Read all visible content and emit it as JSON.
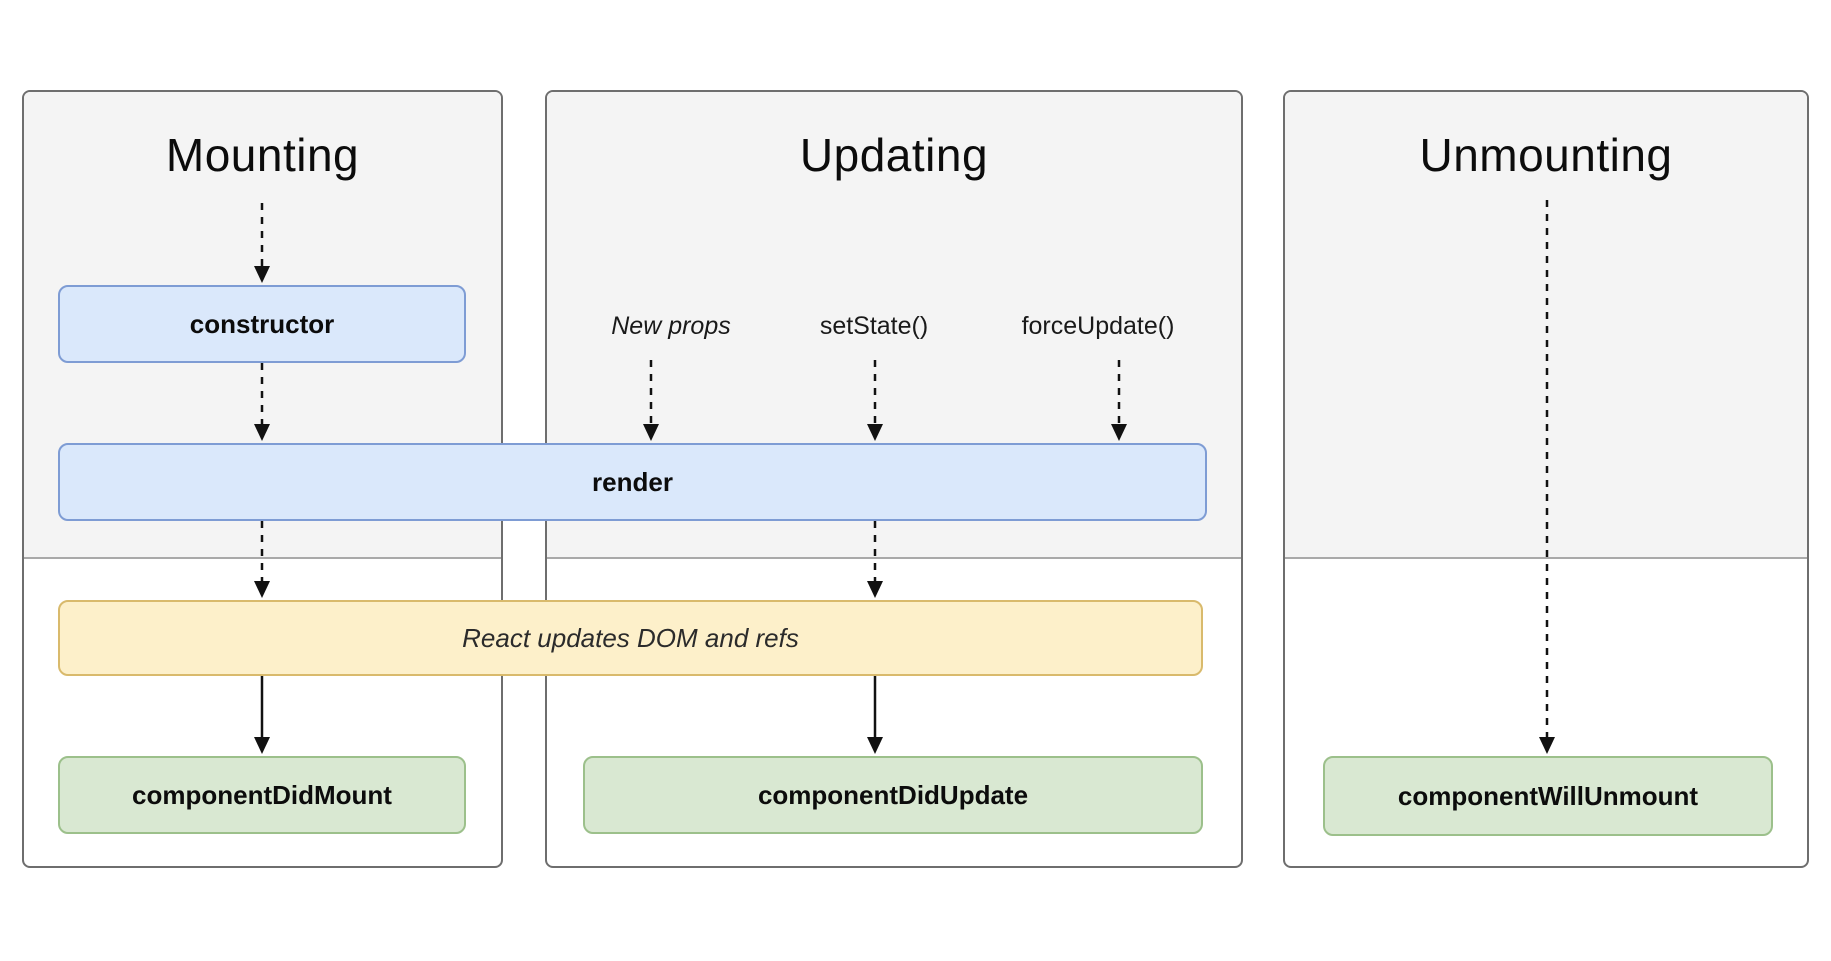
{
  "colors": {
    "panel_bg": "#f4f4f4",
    "panel_border": "#6e6e6e",
    "section_divider": "#a9a9a9",
    "node_blue_fill": "#dae8fb",
    "node_blue_border": "#7e9cd4",
    "node_yellow_fill": "#fdf0ca",
    "node_yellow_border": "#d9ba6c",
    "node_green_fill": "#d9e8d2",
    "node_green_border": "#9cc08b",
    "arrow": "#111111",
    "text": "#0c0c0c"
  },
  "panels": [
    {
      "title": "Mounting"
    },
    {
      "title": "Updating"
    },
    {
      "title": "Unmounting"
    }
  ],
  "boxes": {
    "constructor": "constructor",
    "render": "render",
    "react_updates": "React updates DOM and refs",
    "component_did_mount": "componentDidMount",
    "component_did_update": "componentDidUpdate",
    "component_will_unmount": "componentWillUnmount"
  },
  "update_triggers": {
    "new_props": "New props",
    "set_state": "setState()",
    "force_update": "forceUpdate()"
  }
}
